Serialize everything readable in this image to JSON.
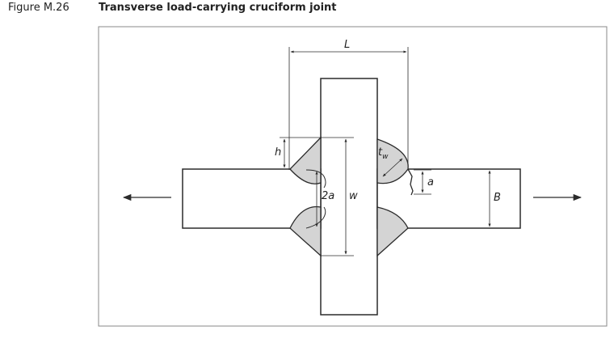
{
  "figure": {
    "number": "Figure M.26",
    "title": "Transverse load-carrying cruciform joint"
  },
  "diagram": {
    "labels": {
      "L": "L",
      "h": "h",
      "tw_main": "t",
      "tw_sub": "w",
      "a": "a",
      "two_a": "2a",
      "w": "w",
      "B": "B"
    },
    "colors": {
      "weld_fill": "#d4d4d4",
      "stroke": "#2b2b2b",
      "frame": "#888888"
    }
  }
}
